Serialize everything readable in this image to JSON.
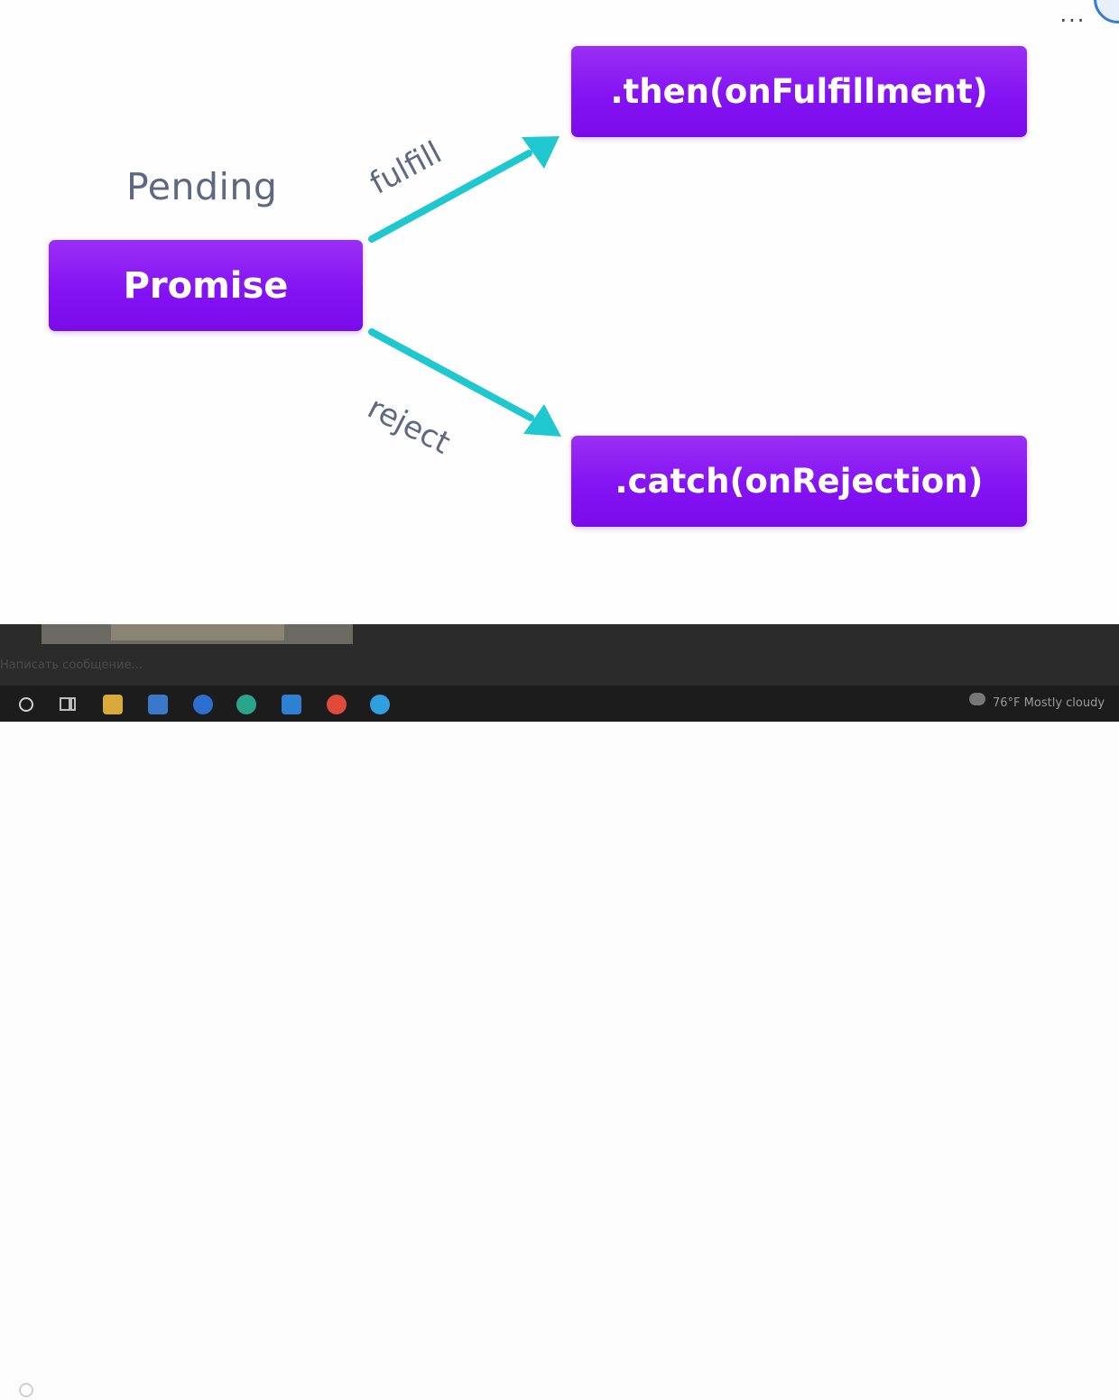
{
  "slide": {
    "state_label": "Pending",
    "promise_box": "Promise",
    "fulfill_arrow_label": "fulfill",
    "reject_arrow_label": "reject",
    "then_box": ".then(onFulfillment)",
    "catch_box": ".catch(onRejection)",
    "more_menu_label": "...",
    "colors": {
      "box": "#8413f3",
      "arrow": "#1fc8cf",
      "label": "#5f6882"
    }
  },
  "chat": {
    "input_placeholder": "Написать сообщение..."
  },
  "taskbar": {
    "icons": [
      "search-icon",
      "task-view-icon",
      "file-explorer-icon",
      "mail-icon",
      "browser-icon",
      "edge-icon",
      "vscode-icon",
      "chrome-icon",
      "telegram-icon"
    ],
    "weather_temp": "76°F",
    "weather_text": "Mostly cloudy"
  }
}
